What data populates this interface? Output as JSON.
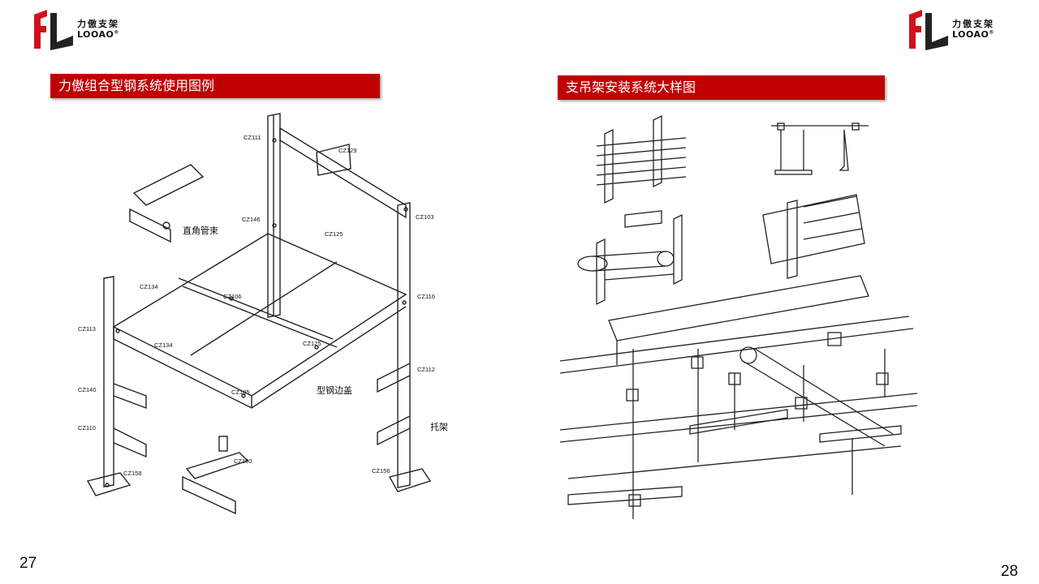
{
  "logo": {
    "cn": "力傲支架",
    "en": "LOOAO",
    "reg": "®"
  },
  "left": {
    "section_title": "力傲组合型钢系统使用图例",
    "page_number": "27",
    "labels": {
      "cz111": "CZ111",
      "cz129": "CZ129",
      "cz103": "CZ103",
      "cz146": "CZ146",
      "cz125a": "CZ125",
      "cz134a": "CZ134",
      "cz106": "CZ106",
      "cz116": "CZ116",
      "cz113": "CZ113",
      "cz134b": "CZ134",
      "cz125b": "CZ125",
      "cz112": "CZ112",
      "cz140": "CZ140",
      "cz105": "CZ105",
      "cz110": "CZ110",
      "cz100": "CZ100",
      "cz158": "CZ158",
      "cz156": "CZ156",
      "pipe_clamp": "直角管束",
      "end_cap": "型钢边盖",
      "bracket": "托架"
    }
  },
  "right": {
    "section_title": "支吊架安装系统大样图",
    "page_number": "28"
  }
}
